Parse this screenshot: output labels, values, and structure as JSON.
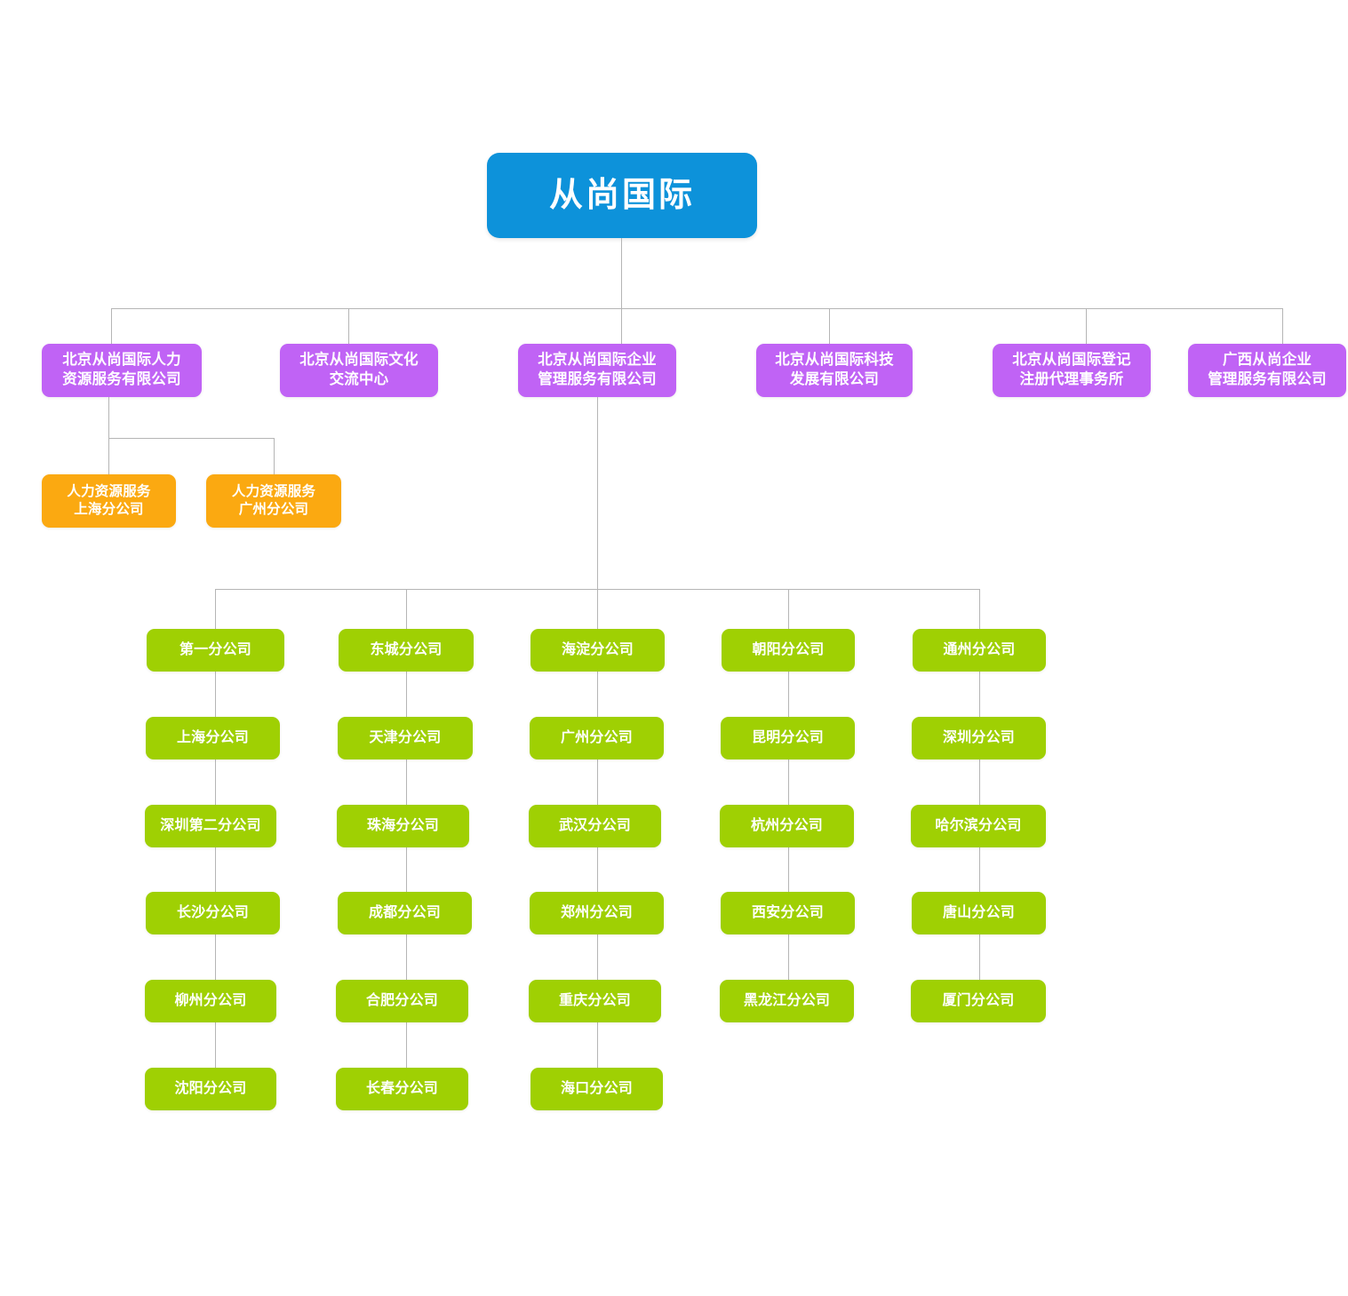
{
  "chart_data": {
    "type": "diagram",
    "title": "从尚国际 组织架构图",
    "diagram_kind": "organization-chart",
    "orientation": "top-down",
    "levels": 4,
    "colors": {
      "root": "#0d92da",
      "level2": "#c063f5",
      "level3_orange": "#fba911",
      "branch_green": "#9fd003",
      "connector": "#b5b5b5",
      "background": "#ffffff",
      "node_text": "#ffffff"
    },
    "node_count": 37
  },
  "root": {
    "label": "从尚国际"
  },
  "subsidiaries": [
    {
      "label": "北京从尚国际人力\n资源服务有限公司"
    },
    {
      "label": "北京从尚国际文化\n交流中心"
    },
    {
      "label": "北京从尚国际企业\n管理服务有限公司"
    },
    {
      "label": "北京从尚国际科技\n发展有限公司"
    },
    {
      "label": "北京从尚国际登记\n注册代理事务所"
    },
    {
      "label": "广西从尚企业\n管理服务有限公司"
    }
  ],
  "hr_branches": [
    {
      "label": "人力资源服务\n上海分公司"
    },
    {
      "label": "人力资源服务\n广州分公司"
    }
  ],
  "branch_columns": [
    {
      "column_index": 1,
      "items": [
        {
          "label": "第一分公司"
        },
        {
          "label": "上海分公司"
        },
        {
          "label": "深圳第二分公司"
        },
        {
          "label": "长沙分公司"
        },
        {
          "label": "柳州分公司"
        },
        {
          "label": "沈阳分公司"
        }
      ]
    },
    {
      "column_index": 2,
      "items": [
        {
          "label": "东城分公司"
        },
        {
          "label": "天津分公司"
        },
        {
          "label": "珠海分公司"
        },
        {
          "label": "成都分公司"
        },
        {
          "label": "合肥分公司"
        },
        {
          "label": "长春分公司"
        }
      ]
    },
    {
      "column_index": 3,
      "items": [
        {
          "label": "海淀分公司"
        },
        {
          "label": "广州分公司"
        },
        {
          "label": "武汉分公司"
        },
        {
          "label": "郑州分公司"
        },
        {
          "label": "重庆分公司"
        },
        {
          "label": "海口分公司"
        }
      ]
    },
    {
      "column_index": 4,
      "items": [
        {
          "label": "朝阳分公司"
        },
        {
          "label": "昆明分公司"
        },
        {
          "label": "杭州分公司"
        },
        {
          "label": "西安分公司"
        },
        {
          "label": "黑龙江分公司"
        }
      ]
    },
    {
      "column_index": 5,
      "items": [
        {
          "label": "通州分公司"
        },
        {
          "label": "深圳分公司"
        },
        {
          "label": "哈尔滨分公司"
        },
        {
          "label": "唐山分公司"
        },
        {
          "label": "厦门分公司"
        }
      ]
    }
  ]
}
